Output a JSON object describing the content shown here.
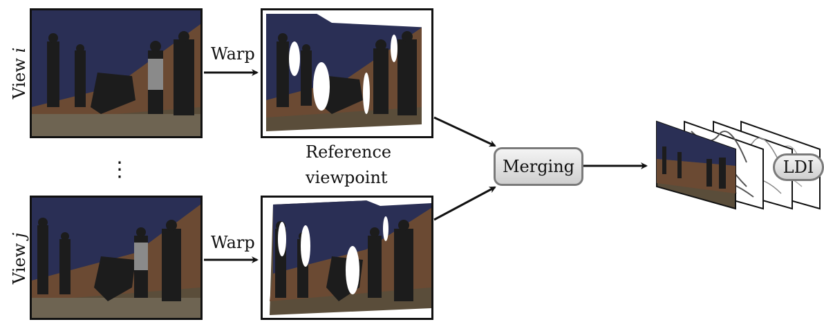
{
  "labels": {
    "view_i": "View",
    "view_i_var": "i",
    "view_j": "View",
    "view_j_var": "j",
    "warp_top": "Warp",
    "warp_bottom": "Warp",
    "reference_line1": "Reference",
    "reference_line2": "viewpoint",
    "ellipsis": "⋮",
    "merging": "Merging",
    "ldi": "LDI"
  },
  "colors": {
    "wall_dark": "#2a2f55",
    "wall_brown": "#6b4a33",
    "floor": "#5a4d3a",
    "node_border": "#7a7a7a"
  }
}
